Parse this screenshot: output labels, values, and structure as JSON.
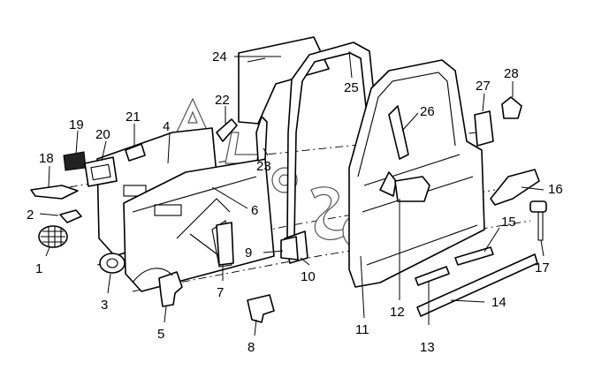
{
  "diagram": {
    "callouts": [
      {
        "id": "1",
        "label": "1"
      },
      {
        "id": "2",
        "label": "2"
      },
      {
        "id": "3",
        "label": "3"
      },
      {
        "id": "4",
        "label": "4"
      },
      {
        "id": "5",
        "label": "5"
      },
      {
        "id": "6",
        "label": "6"
      },
      {
        "id": "7",
        "label": "7"
      },
      {
        "id": "8",
        "label": "8"
      },
      {
        "id": "9",
        "label": "9"
      },
      {
        "id": "10",
        "label": "10"
      },
      {
        "id": "11",
        "label": "11"
      },
      {
        "id": "12",
        "label": "12"
      },
      {
        "id": "13",
        "label": "13"
      },
      {
        "id": "14",
        "label": "14"
      },
      {
        "id": "15",
        "label": "15"
      },
      {
        "id": "16",
        "label": "16"
      },
      {
        "id": "17",
        "label": "17"
      },
      {
        "id": "18",
        "label": "18"
      },
      {
        "id": "19",
        "label": "19"
      },
      {
        "id": "20",
        "label": "20"
      },
      {
        "id": "21",
        "label": "21"
      },
      {
        "id": "22",
        "label": "22"
      },
      {
        "id": "23",
        "label": "23"
      },
      {
        "id": "24",
        "label": "24"
      },
      {
        "id": "25",
        "label": "25"
      },
      {
        "id": "26",
        "label": "26"
      },
      {
        "id": "27",
        "label": "27"
      },
      {
        "id": "28",
        "label": "28"
      }
    ],
    "colors": {
      "line": "#000000",
      "background": "#ffffff",
      "watermark": "#555555"
    }
  }
}
